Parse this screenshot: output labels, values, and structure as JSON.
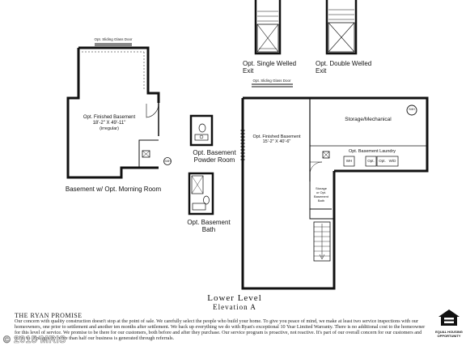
{
  "top_left": {
    "sliding_door": "Opt. Sliding Glass Door",
    "room_name": "Opt. Finished Basement",
    "room_dims": "18'-2\" X 49'-11\"",
    "room_note": "(irregular)",
    "fixture_label": "SMH",
    "caption": "Basement w/ Opt. Morning Room"
  },
  "optional_rooms": {
    "powder_room": [
      "Opt. Basement",
      "Powder Room"
    ],
    "bath": [
      "Opt. Basement",
      "Bath"
    ]
  },
  "exits": {
    "single_welled": [
      "Opt. Single Welled",
      "Exit"
    ],
    "double_welled": [
      "Opt. Double Welled",
      "Exit"
    ]
  },
  "right_plan": {
    "sliding_door": "Opt. Sliding Glass Door",
    "room_name": "Opt. Finished Basement",
    "room_dims": "15'-2\" X 40'-6\"",
    "storage": "Storage/Mechanical",
    "laundry": "Opt. Basement Laundry",
    "storage_or_bath": [
      "Storage",
      "or Opt.",
      "Basement",
      "Bath"
    ],
    "appliances": [
      "WH",
      "Opt.",
      "Opt.",
      "W/D"
    ],
    "fixture_label": "SMH"
  },
  "title": {
    "line1": "Lower Level",
    "line2": "Elevation A"
  },
  "promise": {
    "heading": "THE RYAN PROMISE",
    "body": "Our concern with quality construction doesn't stop at the point of sale. We carefully select the people who build your home. To give you peace of mind, we make at least two service inspections with our homeowners, one prior to settlement and another ten months after settlement. We back up everything we do with Ryan's exceptional 10 Year Limited Warranty. There is no additional cost to the homeowner for this level of service. We promise to be there for our customers, both before and after they purchase. Our service program is proactive, not reactive. It's part of our overall concern for our customers and helps to explain why more than half our business is generated through referrals."
  },
  "watermark": "© 2015 MRIS",
  "equal_housing": [
    "EQUAL HOUSING",
    "OPPORTUNITY"
  ]
}
